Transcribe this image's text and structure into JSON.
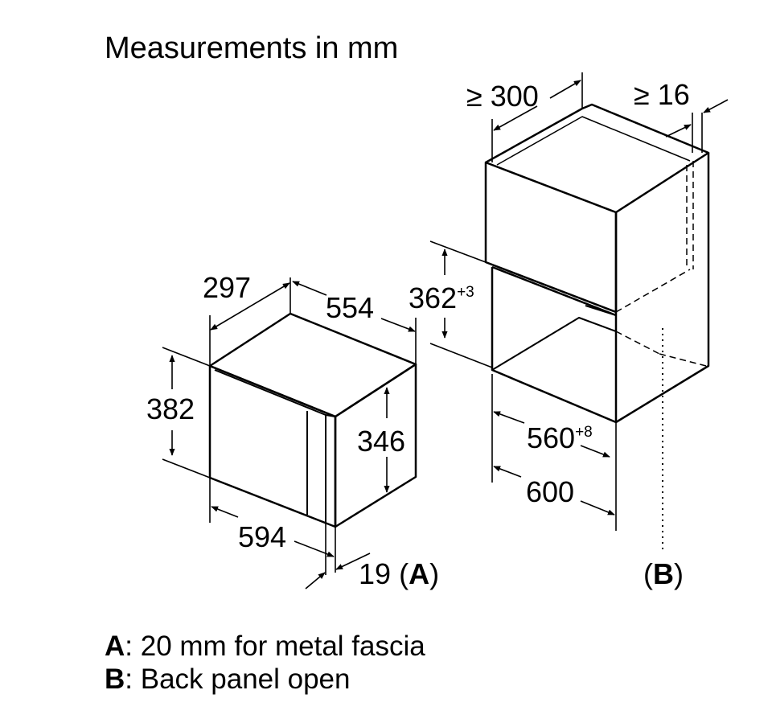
{
  "title": "Measurements in mm",
  "dimensions": {
    "depth_body": "297",
    "depth_total": "554",
    "height_total": "382",
    "height_door": "346",
    "width_front": "594",
    "fascia": "19",
    "fascia_ref_open": "(",
    "fascia_ref": "A",
    "fascia_ref_close": ")",
    "niche_depth_min": "≥ 300",
    "back_gap_min": "≥ 16",
    "niche_height": "362",
    "niche_height_tol": "+3",
    "niche_width": "560",
    "niche_width_tol": "+8",
    "cabinet_width": "600",
    "back_ref_open": "(",
    "back_ref": "B",
    "back_ref_close": ")"
  },
  "legend": [
    {
      "key": "A",
      "text": ": 20 mm for metal fascia"
    },
    {
      "key": "B",
      "text": ": Back panel open"
    }
  ]
}
